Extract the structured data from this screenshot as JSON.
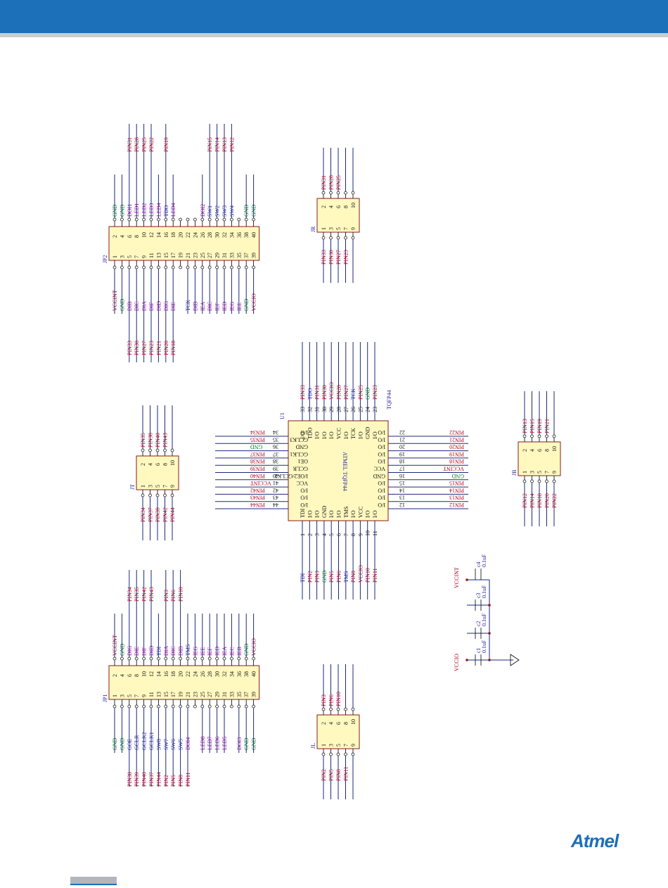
{
  "brand": {
    "logo_text": "Atmel",
    "colors": {
      "header": "#1c6fb9",
      "net_red": "#b00020",
      "net_green": "#007a20",
      "net_blue": "#2020a0",
      "net_magenta": "#a000a0"
    }
  },
  "jp2": {
    "ref": "JP2",
    "top_odd": [
      "VCCINT",
      "GND",
      "DIB",
      "DIC",
      "DIA",
      "DIF",
      "DID",
      "DIG",
      "DIE",
      "",
      "TCK",
      "DIB",
      "IEA",
      "DIC",
      "IEF",
      "IED",
      "IEG",
      "IEE",
      "GND",
      "VCCIO"
    ],
    "top_even": [
      "GND",
      "GND",
      "DOI1",
      "LED1",
      "LED2",
      "LED3",
      "LED4",
      "TDO",
      "LED4",
      "",
      "",
      "",
      "DOI2",
      "SW1",
      "SW2",
      "SW3",
      "SW4",
      "",
      "GND",
      "GND"
    ],
    "pinnums_odd": [
      "1",
      "3",
      "5",
      "7",
      "9",
      "11",
      "13",
      "15",
      "17",
      "19",
      "21",
      "23",
      "25",
      "27",
      "29",
      "31",
      "33",
      "35",
      "37",
      "39"
    ],
    "pinnums_even": [
      "2",
      "4",
      "6",
      "8",
      "10",
      "12",
      "14",
      "16",
      "18",
      "20",
      "22",
      "24",
      "26",
      "28",
      "30",
      "32",
      "34",
      "36",
      "38",
      "40"
    ],
    "net_even": [
      "",
      "",
      "PIN31",
      "PIN28",
      "PIN25",
      "PIN22",
      "",
      "PIN19",
      "",
      "",
      "",
      "",
      "",
      "PIN15",
      "PIN14",
      "PIN13",
      "PIN12",
      "",
      "",
      ""
    ],
    "net_odd": [
      "",
      "",
      "PIN33",
      "PIN30",
      "PIN27",
      "PIN23",
      "PIN21",
      "PIN20",
      "PIN18",
      "",
      "",
      "",
      "",
      "",
      "",
      "",
      "",
      "",
      "",
      ""
    ]
  },
  "jp1": {
    "ref": "JP1",
    "top_even": [
      "VCCINT",
      "GND",
      "DIG",
      "DIE",
      "DIF",
      "DID",
      "TDI",
      "DIA",
      "DIC",
      "DIB",
      "TMS",
      "IEG",
      "IEE",
      "IEF",
      "IED",
      "IEA",
      "IEC",
      "IEB",
      "GND",
      "VCCIO"
    ],
    "top_odd": [
      "GND",
      "GND",
      "GOE",
      "GCLR",
      "GCLK2",
      "GCLK1",
      "SW8",
      "SW7",
      "SW6",
      "SW5",
      "DOI4",
      "",
      "LED8",
      "LED7",
      "LED6",
      "LED5",
      "",
      "DOI3",
      "GND",
      "GND"
    ],
    "net_even": [
      "",
      "",
      "PIN34",
      "PIN35",
      "PIN42",
      "PIN43",
      "",
      "PIN3",
      "PIN6",
      "PIN10",
      "",
      "",
      "",
      "",
      "",
      "",
      "",
      "",
      "",
      ""
    ],
    "net_odd": [
      "",
      "",
      "PIN38",
      "PIN39",
      "PIN40",
      "PIN37",
      "PIN44",
      "PIN2",
      "PIN5",
      "PIN8",
      "PIN11",
      "",
      "",
      "",
      "",
      "",
      "",
      "",
      "",
      ""
    ]
  },
  "jr": {
    "ref": "JR",
    "pins_top": [
      "2",
      "4",
      "6",
      "8",
      "10"
    ],
    "pins_bot": [
      "1",
      "3",
      "5",
      "7",
      "9"
    ],
    "net_top": [
      "PIN31",
      "PIN28",
      "PIN25",
      "",
      ""
    ],
    "net_bot": [
      "PIN33",
      "PIN30",
      "PIN27",
      "PIN23",
      ""
    ]
  },
  "jt": {
    "ref": "JT",
    "pins_top": [
      "2",
      "4",
      "6",
      "8",
      "10"
    ],
    "pins_bot": [
      "1",
      "3",
      "5",
      "7",
      "9"
    ],
    "net_top": [
      "PIN35",
      "PIN38",
      "PIN40",
      "PIN43",
      ""
    ],
    "net_bot": [
      "PIN34",
      "PIN37",
      "PIN39",
      "PIN42",
      "PIN44"
    ]
  },
  "jb": {
    "ref": "JB",
    "pins_top": [
      "2",
      "4",
      "6",
      "8",
      "10"
    ],
    "pins_bot": [
      "1",
      "3",
      "5",
      "7",
      "9"
    ],
    "net_top": [
      "PIN13",
      "PIN15",
      "PIN19",
      "PIN21",
      ""
    ],
    "net_bot": [
      "PIN12",
      "PIN14",
      "PIN18",
      "PIN20",
      "PIN22"
    ]
  },
  "jl": {
    "ref": "JL",
    "pins_top": [
      "2",
      "4",
      "6",
      "8",
      "10"
    ],
    "pins_bot": [
      "1",
      "3",
      "5",
      "7",
      "9"
    ],
    "net_top": [
      "PIN3",
      "PIN6",
      "PIN10",
      "",
      ""
    ],
    "net_bot": [
      "PIN2",
      "PIN5",
      "PIN8",
      "PIN11",
      ""
    ]
  },
  "u1": {
    "ref": "U1",
    "package": "TQFP44",
    "center_label": "ATMEL TQFP44",
    "top_nums": [
      "33",
      "32",
      "31",
      "30",
      "29",
      "28",
      "27",
      "26",
      "25",
      "24",
      "23"
    ],
    "top_funcs": [
      "I/O",
      "TDO",
      "I/O",
      "I/O",
      "I/O",
      "VCC",
      "I/O",
      "TCK",
      "I/O",
      "GND",
      "I/O"
    ],
    "top_nets": [
      "PIN33",
      "TDO",
      "PIN31",
      "PIN30",
      "VCCIO",
      "PIN28",
      "PIN27",
      "TCK",
      "PIN25",
      "GND",
      "PIN23"
    ],
    "left_nums": [
      "34",
      "35",
      "36",
      "37",
      "38",
      "39",
      "40",
      "41",
      "42",
      "43",
      "44"
    ],
    "left_funcs": [
      "I/O",
      "GCLK3",
      "GND",
      "GCLK1",
      "OE1",
      "GCLR",
      "I/OE2/GCLK2",
      "VCC",
      "I/O",
      "I/O",
      "I/O"
    ],
    "left_nets": [
      "PIN34",
      "PIN35",
      "GND",
      "PIN37",
      "PIN38",
      "PIN39",
      "PIN40",
      "VCCINT",
      "PIN42",
      "PIN43",
      "PIN44"
    ],
    "right_nums": [
      "22",
      "21",
      "20",
      "19",
      "18",
      "17",
      "16",
      "15",
      "14",
      "13",
      "12"
    ],
    "right_funcs": [
      "I/O",
      "I/O",
      "I/O",
      "I/O",
      "I/O",
      "VCC",
      "GND",
      "I/O",
      "I/O",
      "I/O",
      "I/O"
    ],
    "right_nets": [
      "PIN22",
      "PIN21",
      "PIN20",
      "PIN19",
      "PIN18",
      "VCCINT",
      "GND",
      "PIN15",
      "PIN14",
      "PIN13",
      "PIN12"
    ],
    "bottom_nums": [
      "1",
      "2",
      "3",
      "4",
      "5",
      "6",
      "7",
      "8",
      "9",
      "10",
      "11"
    ],
    "bottom_funcs": [
      "TDI",
      "I/O",
      "I/O",
      "GND",
      "I/O",
      "I/O",
      "TMS",
      "I/O",
      "VCC",
      "I/O",
      "I/O"
    ],
    "bottom_nets": [
      "TDI",
      "PIN2",
      "PIN3",
      "GND",
      "PIN5",
      "PIN6",
      "TMS",
      "PIN8",
      "VCCIO",
      "PIN10",
      "PIN11"
    ]
  },
  "caps": {
    "vccint": "VCCINT",
    "vccio": "VCCIO",
    "c4": {
      "ref": "c4",
      "value": "0.1uF"
    },
    "c3": {
      "ref": "c3",
      "value": "0.1uF"
    },
    "c2": {
      "ref": "c2",
      "value": "0.1uF"
    },
    "c1": {
      "ref": "c1",
      "value": "0.1uF"
    }
  }
}
